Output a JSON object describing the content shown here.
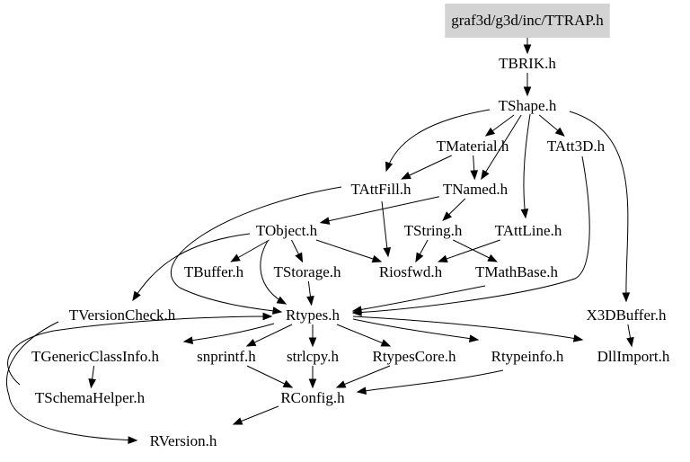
{
  "graph": {
    "nodes": [
      {
        "id": "ttrap",
        "label": "graf3d/g3d/inc/TTRAP.h",
        "highlight": true
      },
      {
        "id": "tbrik",
        "label": "TBRIK.h"
      },
      {
        "id": "tshape",
        "label": "TShape.h"
      },
      {
        "id": "tmaterial",
        "label": "TMaterial.h"
      },
      {
        "id": "tatt3d",
        "label": "TAtt3D.h"
      },
      {
        "id": "tattfill",
        "label": "TAttFill.h"
      },
      {
        "id": "tnamed",
        "label": "TNamed.h"
      },
      {
        "id": "tobject",
        "label": "TObject.h"
      },
      {
        "id": "tstring",
        "label": "TString.h"
      },
      {
        "id": "tattline",
        "label": "TAttLine.h"
      },
      {
        "id": "tbuffer",
        "label": "TBuffer.h"
      },
      {
        "id": "tstorage",
        "label": "TStorage.h"
      },
      {
        "id": "riosfwd",
        "label": "Riosfwd.h"
      },
      {
        "id": "tmathbase",
        "label": "TMathBase.h"
      },
      {
        "id": "tversioncheck",
        "label": "TVersionCheck.h"
      },
      {
        "id": "rtypes",
        "label": "Rtypes.h"
      },
      {
        "id": "x3dbuffer",
        "label": "X3DBuffer.h"
      },
      {
        "id": "tgenericclassinfo",
        "label": "TGenericClassInfo.h"
      },
      {
        "id": "snprintf",
        "label": "snprintf.h"
      },
      {
        "id": "strlcpy",
        "label": "strlcpy.h"
      },
      {
        "id": "rtypescore",
        "label": "RtypesCore.h"
      },
      {
        "id": "rtypeinfo",
        "label": "Rtypeinfo.h"
      },
      {
        "id": "dllimport",
        "label": "DllImport.h"
      },
      {
        "id": "tschemahelper",
        "label": "TSchemaHelper.h"
      },
      {
        "id": "rconfig",
        "label": "RConfig.h"
      },
      {
        "id": "rversion",
        "label": "RVersion.h"
      }
    ],
    "edges": [
      {
        "from": "ttrap",
        "to": "tbrik"
      },
      {
        "from": "tbrik",
        "to": "tshape"
      },
      {
        "from": "tshape",
        "to": "tmaterial"
      },
      {
        "from": "tshape",
        "to": "tatt3d"
      },
      {
        "from": "tshape",
        "to": "tattfill"
      },
      {
        "from": "tshape",
        "to": "tnamed"
      },
      {
        "from": "tshape",
        "to": "tattline"
      },
      {
        "from": "tshape",
        "to": "x3dbuffer"
      },
      {
        "from": "tmaterial",
        "to": "tattfill"
      },
      {
        "from": "tmaterial",
        "to": "tnamed"
      },
      {
        "from": "tatt3d",
        "to": "rtypes"
      },
      {
        "from": "tattfill",
        "to": "riosfwd"
      },
      {
        "from": "tattfill",
        "to": "rtypes"
      },
      {
        "from": "tnamed",
        "to": "tobject"
      },
      {
        "from": "tnamed",
        "to": "tstring"
      },
      {
        "from": "tobject",
        "to": "tbuffer"
      },
      {
        "from": "tobject",
        "to": "tstorage"
      },
      {
        "from": "tobject",
        "to": "riosfwd"
      },
      {
        "from": "tobject",
        "to": "tversioncheck"
      },
      {
        "from": "tobject",
        "to": "rtypes"
      },
      {
        "from": "tstring",
        "to": "riosfwd"
      },
      {
        "from": "tstring",
        "to": "tmathbase"
      },
      {
        "from": "tattline",
        "to": "riosfwd"
      },
      {
        "from": "tstorage",
        "to": "rtypes"
      },
      {
        "from": "tmathbase",
        "to": "rtypes"
      },
      {
        "from": "tversioncheck",
        "to": "rversion"
      },
      {
        "from": "rtypes",
        "to": "tgenericclassinfo"
      },
      {
        "from": "rtypes",
        "to": "snprintf"
      },
      {
        "from": "rtypes",
        "to": "strlcpy"
      },
      {
        "from": "rtypes",
        "to": "rtypescore"
      },
      {
        "from": "rtypes",
        "to": "rtypeinfo"
      },
      {
        "from": "rtypes",
        "to": "dllimport"
      },
      {
        "from": "x3dbuffer",
        "to": "dllimport"
      },
      {
        "from": "tgenericclassinfo",
        "to": "tschemahelper"
      },
      {
        "from": "tschemahelper",
        "to": "rtypes"
      },
      {
        "from": "snprintf",
        "to": "rconfig"
      },
      {
        "from": "strlcpy",
        "to": "rconfig"
      },
      {
        "from": "rtypescore",
        "to": "rconfig"
      },
      {
        "from": "rtypeinfo",
        "to": "rconfig"
      },
      {
        "from": "rconfig",
        "to": "rversion"
      }
    ]
  }
}
